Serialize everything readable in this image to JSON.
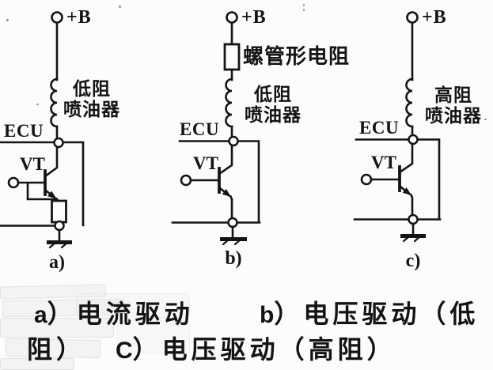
{
  "figure": {
    "kind": "injector-drive-circuit-diagram",
    "ink_color": "#141414",
    "paper_color": "#fcfcfc",
    "watermark_color": "#ececec"
  },
  "circuits": [
    {
      "id": "a",
      "power_label": "+B",
      "injector_label_line1": "低阻",
      "injector_label_line2": "喷油器",
      "ecu_label": "ECU",
      "transistor_label": "VT",
      "sub_label": "a)"
    },
    {
      "id": "b",
      "power_label": "+B",
      "series_resistor_label": "螺管形电阻",
      "injector_label_line1": "低阻",
      "injector_label_line2": "喷油器",
      "ecu_label": "ECU",
      "transistor_label": "VT",
      "sub_label": "b)"
    },
    {
      "id": "c",
      "power_label": "+B",
      "injector_label_line1": "高阻",
      "injector_label_line2": "喷油器",
      "ecu_label": "ECU",
      "transistor_label": "VT",
      "sub_label": "c)"
    }
  ],
  "caption": {
    "line1": {
      "a_key": "a",
      "a_rest": "）电流驱动",
      "b_key": "b",
      "b_rest": "）电压驱动（低"
    },
    "line2": {
      "lead": "阻）",
      "c_key": "C",
      "c_rest": "）电压驱动（高阻）"
    }
  }
}
